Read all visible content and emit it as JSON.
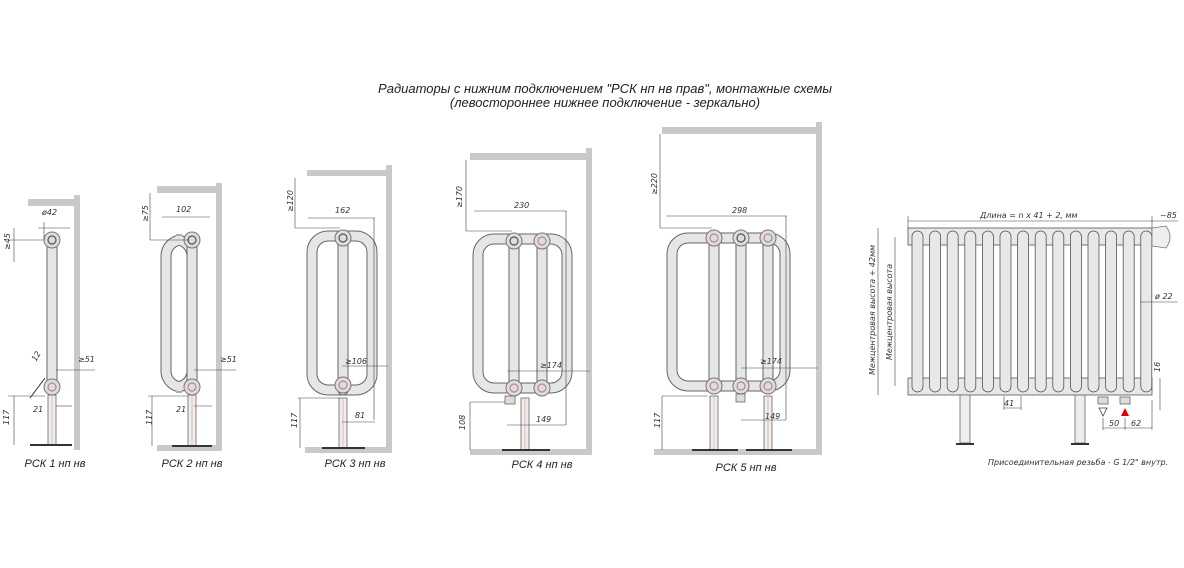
{
  "title": {
    "line1": "Радиаторы с нижним подключением \"РСК нп нв прав\", монтажные схемы",
    "line2": "(левостороннее нижнее подключение - зеркально)"
  },
  "schemes": [
    {
      "label": "РСК 1 нп нв",
      "dims": [
        "ø42",
        "≥45",
        "12",
        "≥51",
        "21",
        "117"
      ]
    },
    {
      "label": "РСК 2 нп нв",
      "dims": [
        "≥75",
        "102",
        "≥51",
        "21",
        "117"
      ]
    },
    {
      "label": "РСК 3 нп нв",
      "dims": [
        "≥120",
        "162",
        "≥106",
        "81",
        "117"
      ]
    },
    {
      "label": "РСК 4 нп нв",
      "dims": [
        "≥170",
        "230",
        "≥174",
        "149",
        "108"
      ]
    },
    {
      "label": "РСК 5 нп нв",
      "dims": [
        "≥220",
        "298",
        "≥174",
        "149",
        "117"
      ]
    }
  ],
  "front_view": {
    "length": "Длина = n x 41 + 2, мм",
    "thermostat_offset": "~85",
    "tube_diameter": "ø 22",
    "bottom_offset": "16",
    "pitch": "41",
    "dim_50": "50",
    "dim_62": "62",
    "height_total": "Межцентровая высота + 42мм",
    "height_center": "Межцентровая высота",
    "thread_note": "Присоединительная резьба - G 1/2\" внутр."
  },
  "colors": {
    "supply_arrow": "#e00000",
    "wall": "#c9c9c9",
    "tube": "#e6e6e6"
  }
}
